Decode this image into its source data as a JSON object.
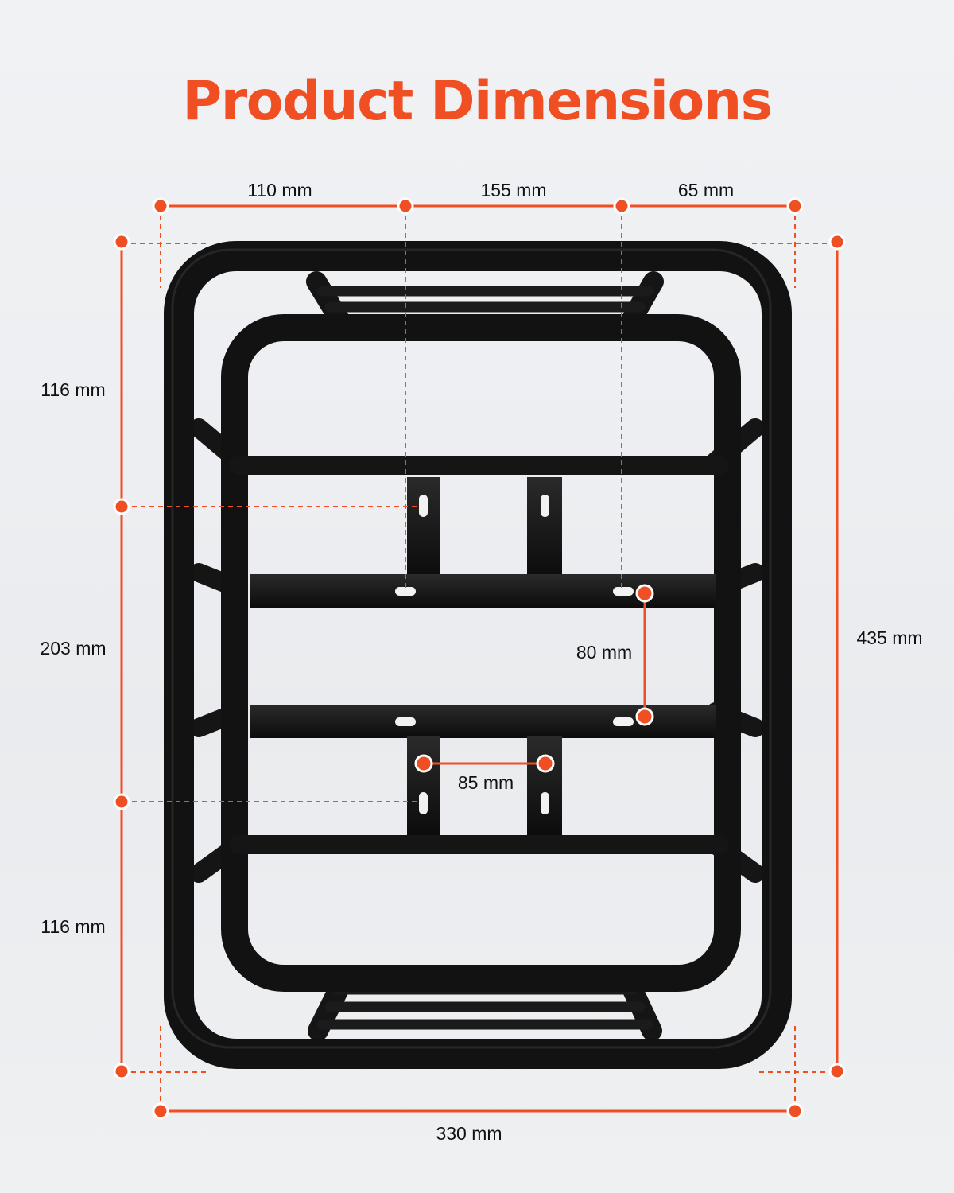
{
  "title": "Product Dimensions",
  "colors": {
    "accent": "#f04e23",
    "rack": "#111111",
    "background": "#eef0f2"
  },
  "dimensions": {
    "top_left_width": "110 mm",
    "top_mid_width": "155 mm",
    "top_right_width": "65 mm",
    "left_top_height": "116 mm",
    "left_mid_height": "203 mm",
    "left_bottom_height": "116 mm",
    "total_height": "435 mm",
    "plate_gap": "80 mm",
    "bracket_spacing": "85 mm",
    "total_width": "330 mm"
  }
}
